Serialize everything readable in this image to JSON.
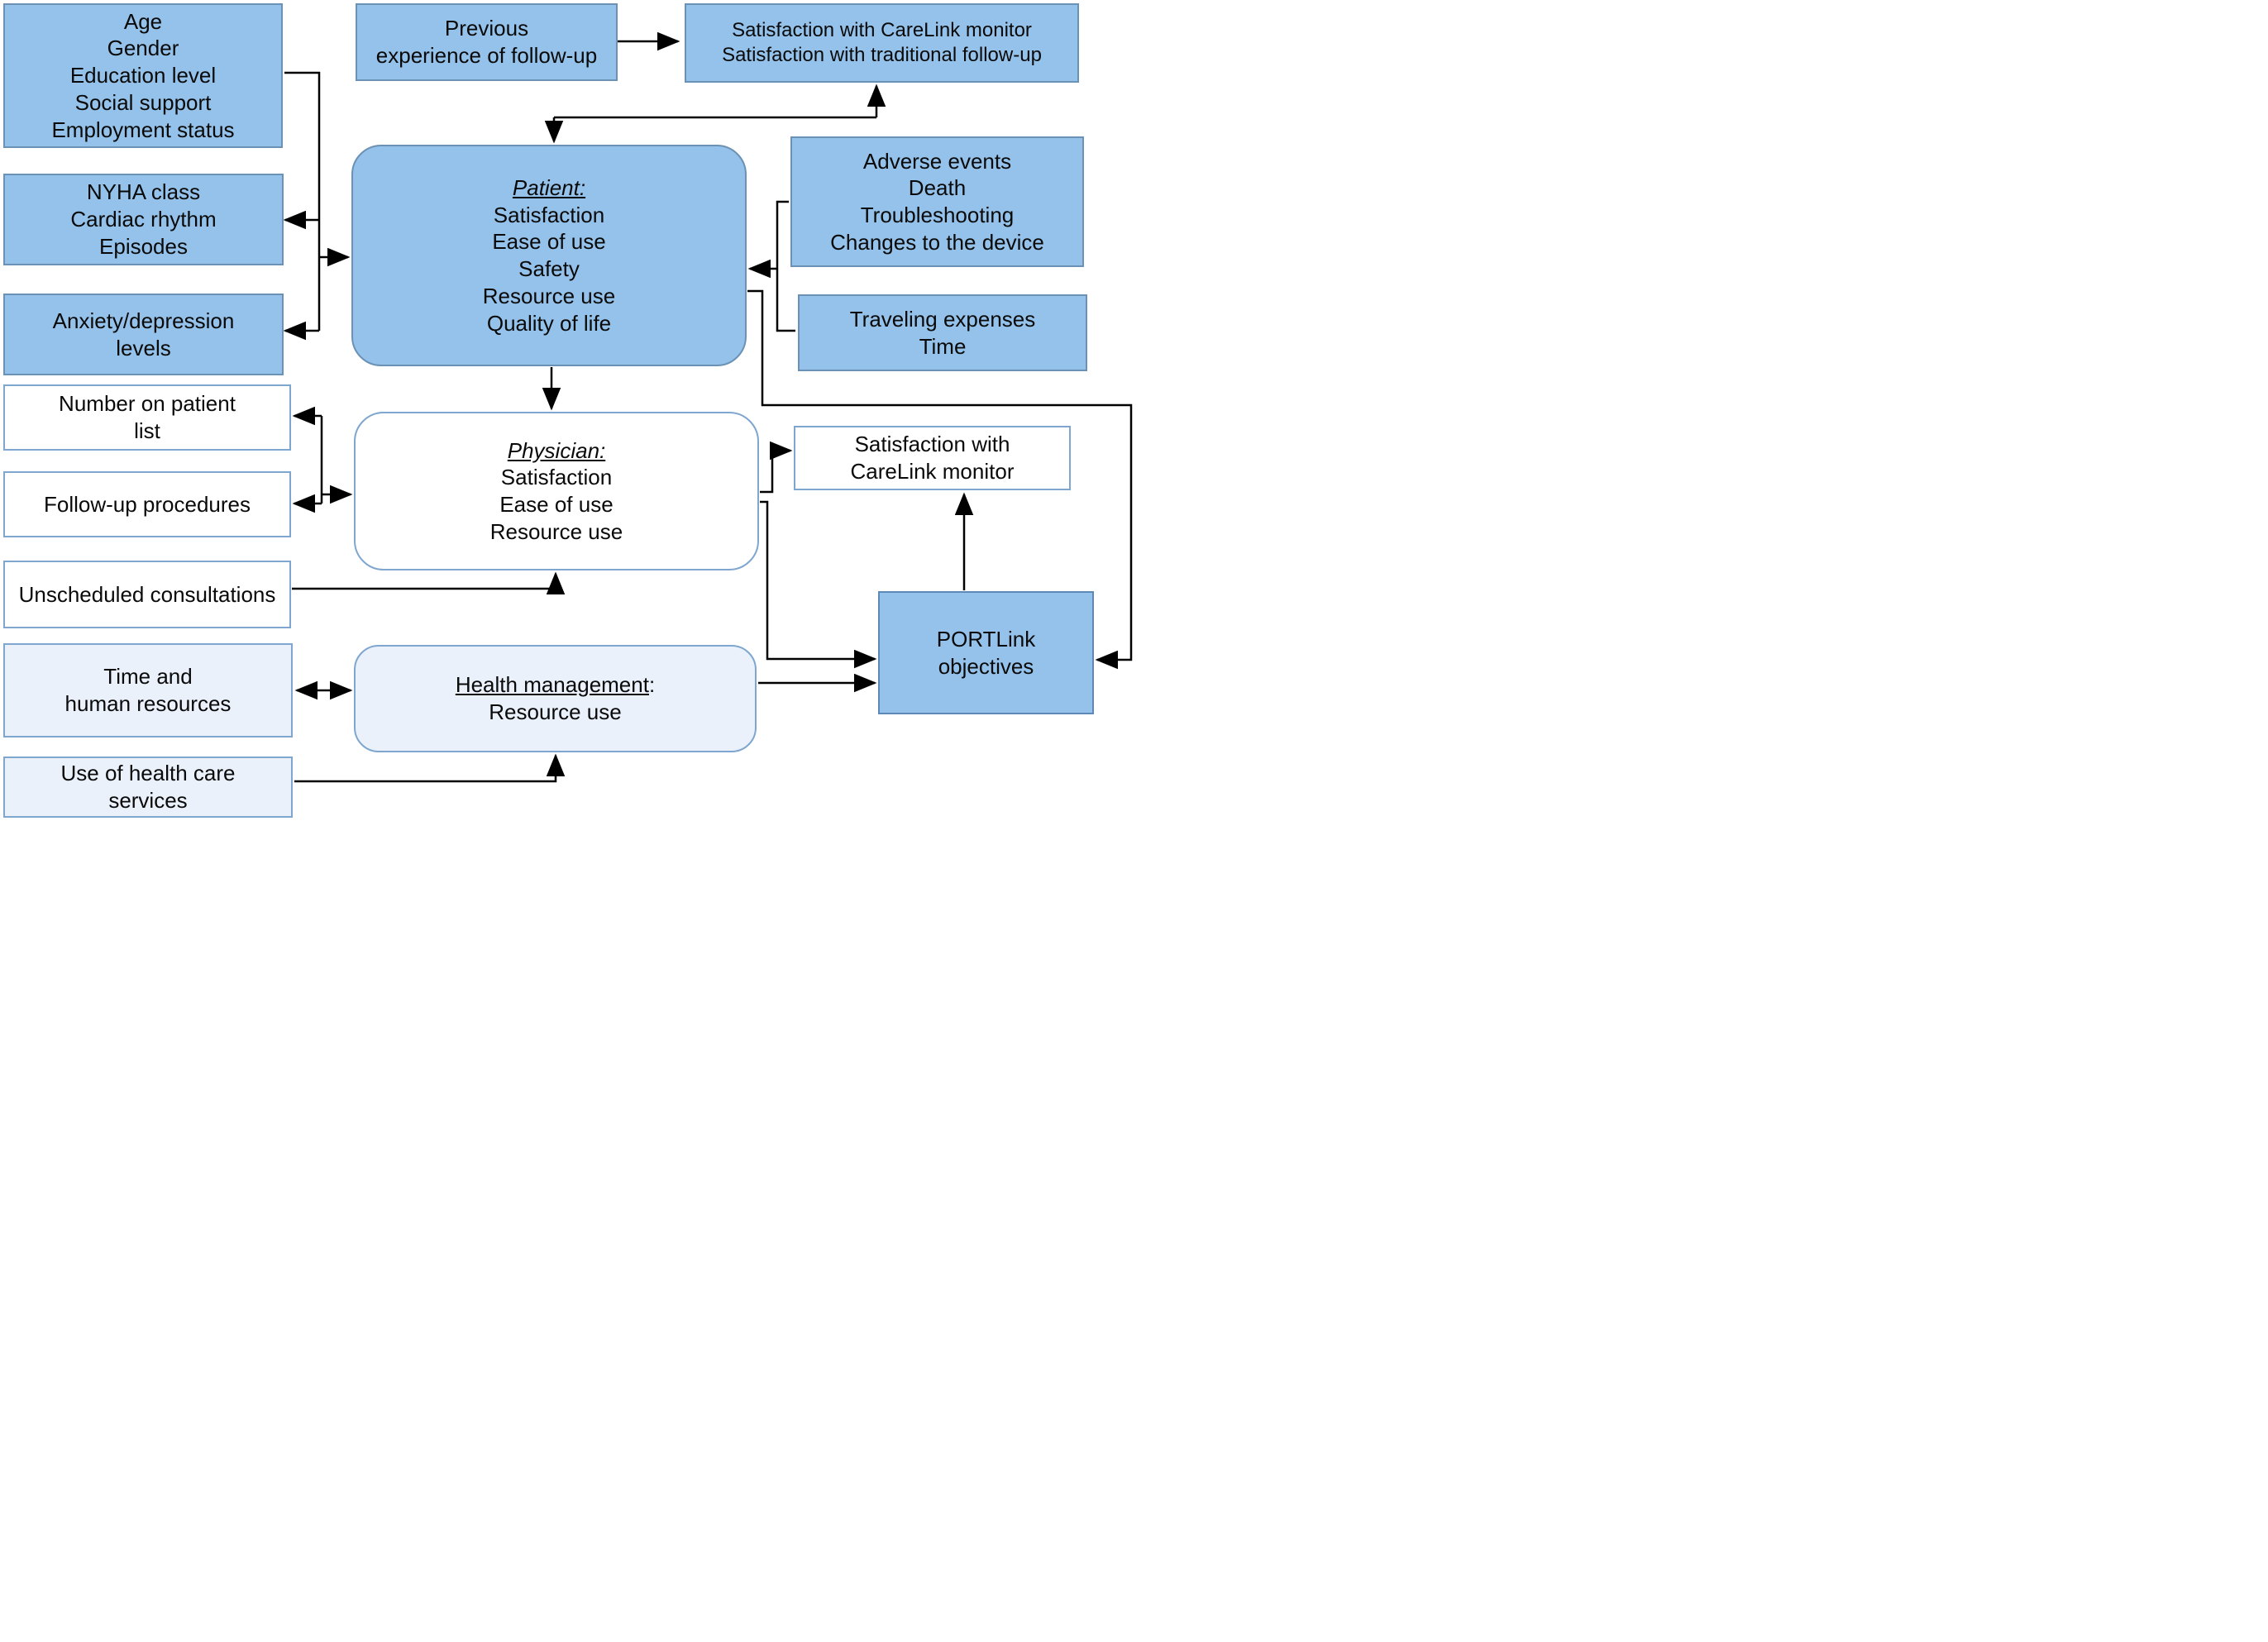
{
  "diagram": {
    "kind": "study-framework-flowchart",
    "colors": {
      "box_blue_fill": "#94C2EA",
      "box_blue_border": "#6B91B4",
      "box_white_fill": "#FFFFFF",
      "box_light_fill": "#EAF1FB",
      "box_light_border": "#7EA6CF",
      "arrow": "#000000",
      "background": "#FFFFFF"
    },
    "boxes": {
      "demographics": {
        "lines": [
          "Age",
          "Gender",
          "Education level",
          "Social support",
          "Employment status"
        ]
      },
      "previous_experience": {
        "lines": [
          "Previous",
          "experience of follow-up"
        ]
      },
      "satisfaction_followup": {
        "lines": [
          "Satisfaction with CareLink monitor",
          "Satisfaction with traditional follow-up"
        ]
      },
      "nyha": {
        "lines": [
          "NYHA class",
          "Cardiac rhythm",
          "Episodes"
        ]
      },
      "patient": {
        "title": "Patient:",
        "lines": [
          "Satisfaction",
          "Ease of use",
          "Safety",
          "Resource use",
          "Quality of life"
        ]
      },
      "adverse_events": {
        "lines": [
          "Adverse events",
          "Death",
          "Troubleshooting",
          "Changes to the device"
        ]
      },
      "anxiety": {
        "lines": [
          "Anxiety/depression",
          "levels"
        ]
      },
      "traveling": {
        "lines": [
          "Traveling expenses",
          "Time"
        ]
      },
      "number_patient_list": {
        "lines": [
          "Number on patient",
          "list"
        ]
      },
      "followup_procedures": {
        "lines": [
          "Follow-up procedures"
        ]
      },
      "physician": {
        "title": "Physician:",
        "lines": [
          "Satisfaction",
          "Ease of use",
          "Resource use"
        ]
      },
      "satisfaction_carelink": {
        "lines": [
          "Satisfaction with",
          "CareLink monitor"
        ]
      },
      "unscheduled": {
        "lines": [
          "Unscheduled consultations"
        ]
      },
      "portlink": {
        "lines": [
          "PORTLink",
          "objectives"
        ]
      },
      "health_management": {
        "title": "Health management",
        "title_suffix": ":",
        "lines": [
          "Resource use"
        ]
      },
      "time_human": {
        "lines": [
          "Time and",
          "human resources"
        ]
      },
      "use_health": {
        "lines": [
          "Use of health care",
          "services"
        ]
      }
    }
  }
}
